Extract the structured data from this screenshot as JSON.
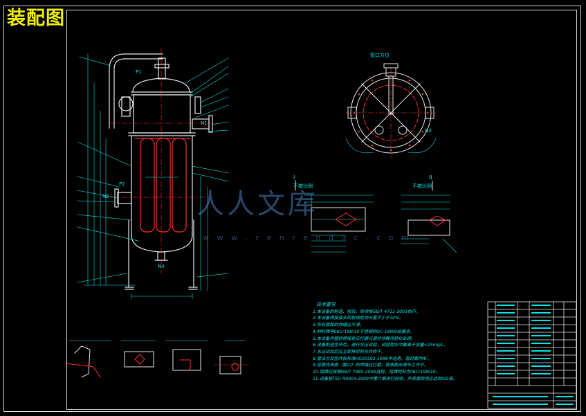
{
  "drawing": {
    "title": "装配图",
    "section_labels": {
      "top_view": "管口方位",
      "detail_i": "I",
      "detail_i_caption": "不按比例",
      "detail_ii": "II",
      "detail_ii_caption": "不按比例"
    },
    "nozzle_labels": [
      "N1",
      "N2",
      "N3",
      "N4",
      "P1",
      "P2"
    ],
    "watermark": "人人文库",
    "watermark_url": "w w w . r e n r e n d o c . c o m",
    "technical_requirements": {
      "heading": "技术要求",
      "items": [
        "1.本设备的制造、检验、验收按GB/T 4711-2003执行。",
        "2.本设备焊接接头的射线检测长度不小于10%。",
        "3.所有管路的焊缝应平滑。",
        "4.材料牌号06Cr19Ni10不锈钢的GC-18Ni9级要求。",
        "5.本设备内壁的焊接处应打磨光滑并作酸洗钝化处理。",
        "6.设备制造完毕后，进行水压试验，试验用水中氯离子含量<25mg/L。",
        "7.水压试验后应立即排尽积水并吹干。",
        "8.管法兰及垫片按标准HG20592-1998中选用，密封面为RF。",
        "9.接管内表面（管口）的焊缝应打磨，使表面光滑与之齐平。",
        "10.铭牌应按照GB/T 7985-2008选用，铭牌材料为06Cr19Ni10。",
        "11.设备按TSG R0004-2009中第六章进行验收，外表面除锈应达到St2级。"
      ]
    }
  }
}
